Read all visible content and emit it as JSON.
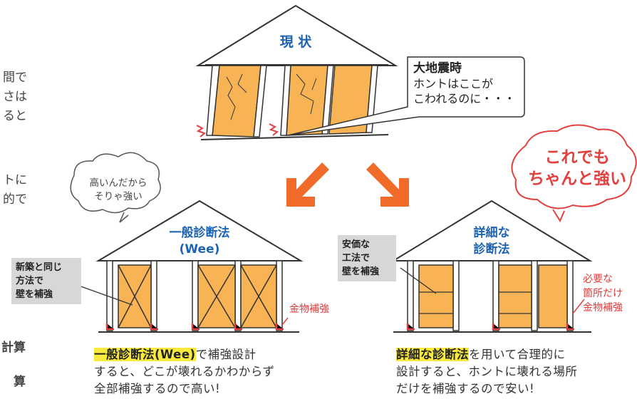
{
  "left_fragments": {
    "lines_top": [
      "間で",
      "さは",
      "ると"
    ],
    "lines_mid": [
      "トに",
      "的で"
    ],
    "lines_bottom": [
      "計算",
      "算"
    ]
  },
  "current": {
    "title": "現 状",
    "callout_bold": "大地震時",
    "callout_lines": [
      "ホントはここが",
      "こわれるのに・・・"
    ]
  },
  "general": {
    "thought_lines": [
      "高いんだから",
      "そりゃ強い"
    ],
    "title_lines": [
      "一般診断法",
      "(Wee)"
    ],
    "gray_label_lines": [
      "新築と同じ",
      "方法で",
      "壁を補強"
    ],
    "red_label": "金物補強",
    "caption_highlight": "一般診断法(Wee)",
    "caption_line1_rest": "で補強設計",
    "caption_line2": "すると、どこが壊れるかわからず",
    "caption_line3": "全部補強するので高い!"
  },
  "detailed": {
    "cloud_lines": [
      "これでも",
      "ちゃんと強い"
    ],
    "title_lines": [
      "詳細な",
      "診断法"
    ],
    "gray_label_lines": [
      "安価な",
      "工法で",
      "壁を補強"
    ],
    "red_label_lines": [
      "必要な",
      "箇所だけ",
      "金物補強"
    ],
    "caption_highlight": "詳細な診断法",
    "caption_line1_rest": "を用いて合理的に",
    "caption_line2": "設計すると、ホントに壊れる場所",
    "caption_line3": "だけを補強するので安い!"
  },
  "colors": {
    "orange_panel": "#f8b454",
    "orange_arrow": "#f06a2a",
    "title_blue": "#1c63b3",
    "red": "#e2413f",
    "gray_label": "#d7d7d7",
    "highlight": "#f7ea3c"
  }
}
